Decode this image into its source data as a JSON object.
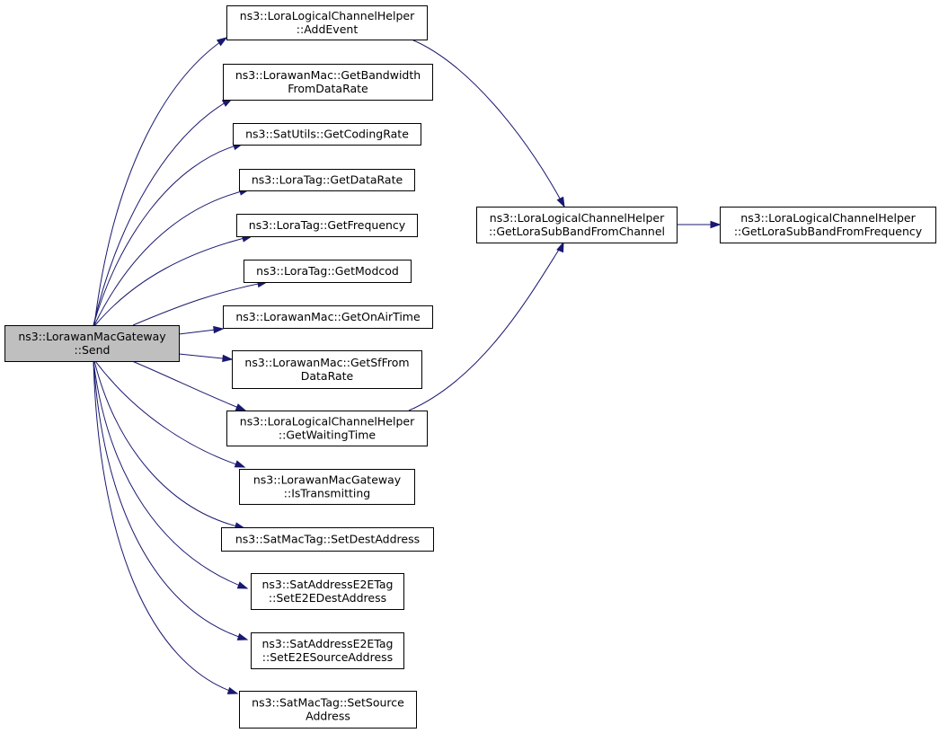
{
  "diagram": {
    "type": "call-graph",
    "colors": {
      "root_fill": "#bfbfbf",
      "node_fill": "#ffffff",
      "border": "#000000",
      "edge": "#191970"
    },
    "nodes": [
      {
        "id": "send",
        "lines": [
          "ns3::LorawanMacGateway",
          "::Send"
        ],
        "root": true
      },
      {
        "id": "addevent",
        "lines": [
          "ns3::LoraLogicalChannelHelper",
          "::AddEvent"
        ]
      },
      {
        "id": "getbandwidth",
        "lines": [
          "ns3::LorawanMac::GetBandwidth",
          "FromDataRate"
        ]
      },
      {
        "id": "getcodingrate",
        "lines": [
          "ns3::SatUtils::GetCodingRate"
        ]
      },
      {
        "id": "getdatarate",
        "lines": [
          "ns3::LoraTag::GetDataRate"
        ]
      },
      {
        "id": "getfrequency",
        "lines": [
          "ns3::LoraTag::GetFrequency"
        ]
      },
      {
        "id": "getmodcod",
        "lines": [
          "ns3::LoraTag::GetModcod"
        ]
      },
      {
        "id": "getonairtime",
        "lines": [
          "ns3::LorawanMac::GetOnAirTime"
        ]
      },
      {
        "id": "getsf",
        "lines": [
          "ns3::LorawanMac::GetSfFrom",
          "DataRate"
        ]
      },
      {
        "id": "getwaiting",
        "lines": [
          "ns3::LoraLogicalChannelHelper",
          "::GetWaitingTime"
        ]
      },
      {
        "id": "istransmitting",
        "lines": [
          "ns3::LorawanMacGateway",
          "::IsTransmitting"
        ]
      },
      {
        "id": "setdest",
        "lines": [
          "ns3::SatMacTag::SetDestAddress"
        ]
      },
      {
        "id": "sete2edest",
        "lines": [
          "ns3::SatAddressE2ETag",
          "::SetE2EDestAddress"
        ]
      },
      {
        "id": "sete2esrc",
        "lines": [
          "ns3::SatAddressE2ETag",
          "::SetE2ESourceAddress"
        ]
      },
      {
        "id": "setsource",
        "lines": [
          "ns3::SatMacTag::SetSource",
          "Address"
        ]
      },
      {
        "id": "getsubbandchannel",
        "lines": [
          "ns3::LoraLogicalChannelHelper",
          "::GetLoraSubBandFromChannel"
        ]
      },
      {
        "id": "getsubbandfreq",
        "lines": [
          "ns3::LoraLogicalChannelHelper",
          "::GetLoraSubBandFromFrequency"
        ]
      }
    ],
    "edges": [
      [
        "send",
        "addevent"
      ],
      [
        "send",
        "getbandwidth"
      ],
      [
        "send",
        "getcodingrate"
      ],
      [
        "send",
        "getdatarate"
      ],
      [
        "send",
        "getfrequency"
      ],
      [
        "send",
        "getmodcod"
      ],
      [
        "send",
        "getonairtime"
      ],
      [
        "send",
        "getsf"
      ],
      [
        "send",
        "getwaiting"
      ],
      [
        "send",
        "istransmitting"
      ],
      [
        "send",
        "setdest"
      ],
      [
        "send",
        "sete2edest"
      ],
      [
        "send",
        "sete2esrc"
      ],
      [
        "send",
        "setsource"
      ],
      [
        "addevent",
        "getsubbandchannel"
      ],
      [
        "getwaiting",
        "getsubbandchannel"
      ],
      [
        "getsubbandchannel",
        "getsubbandfreq"
      ]
    ]
  }
}
